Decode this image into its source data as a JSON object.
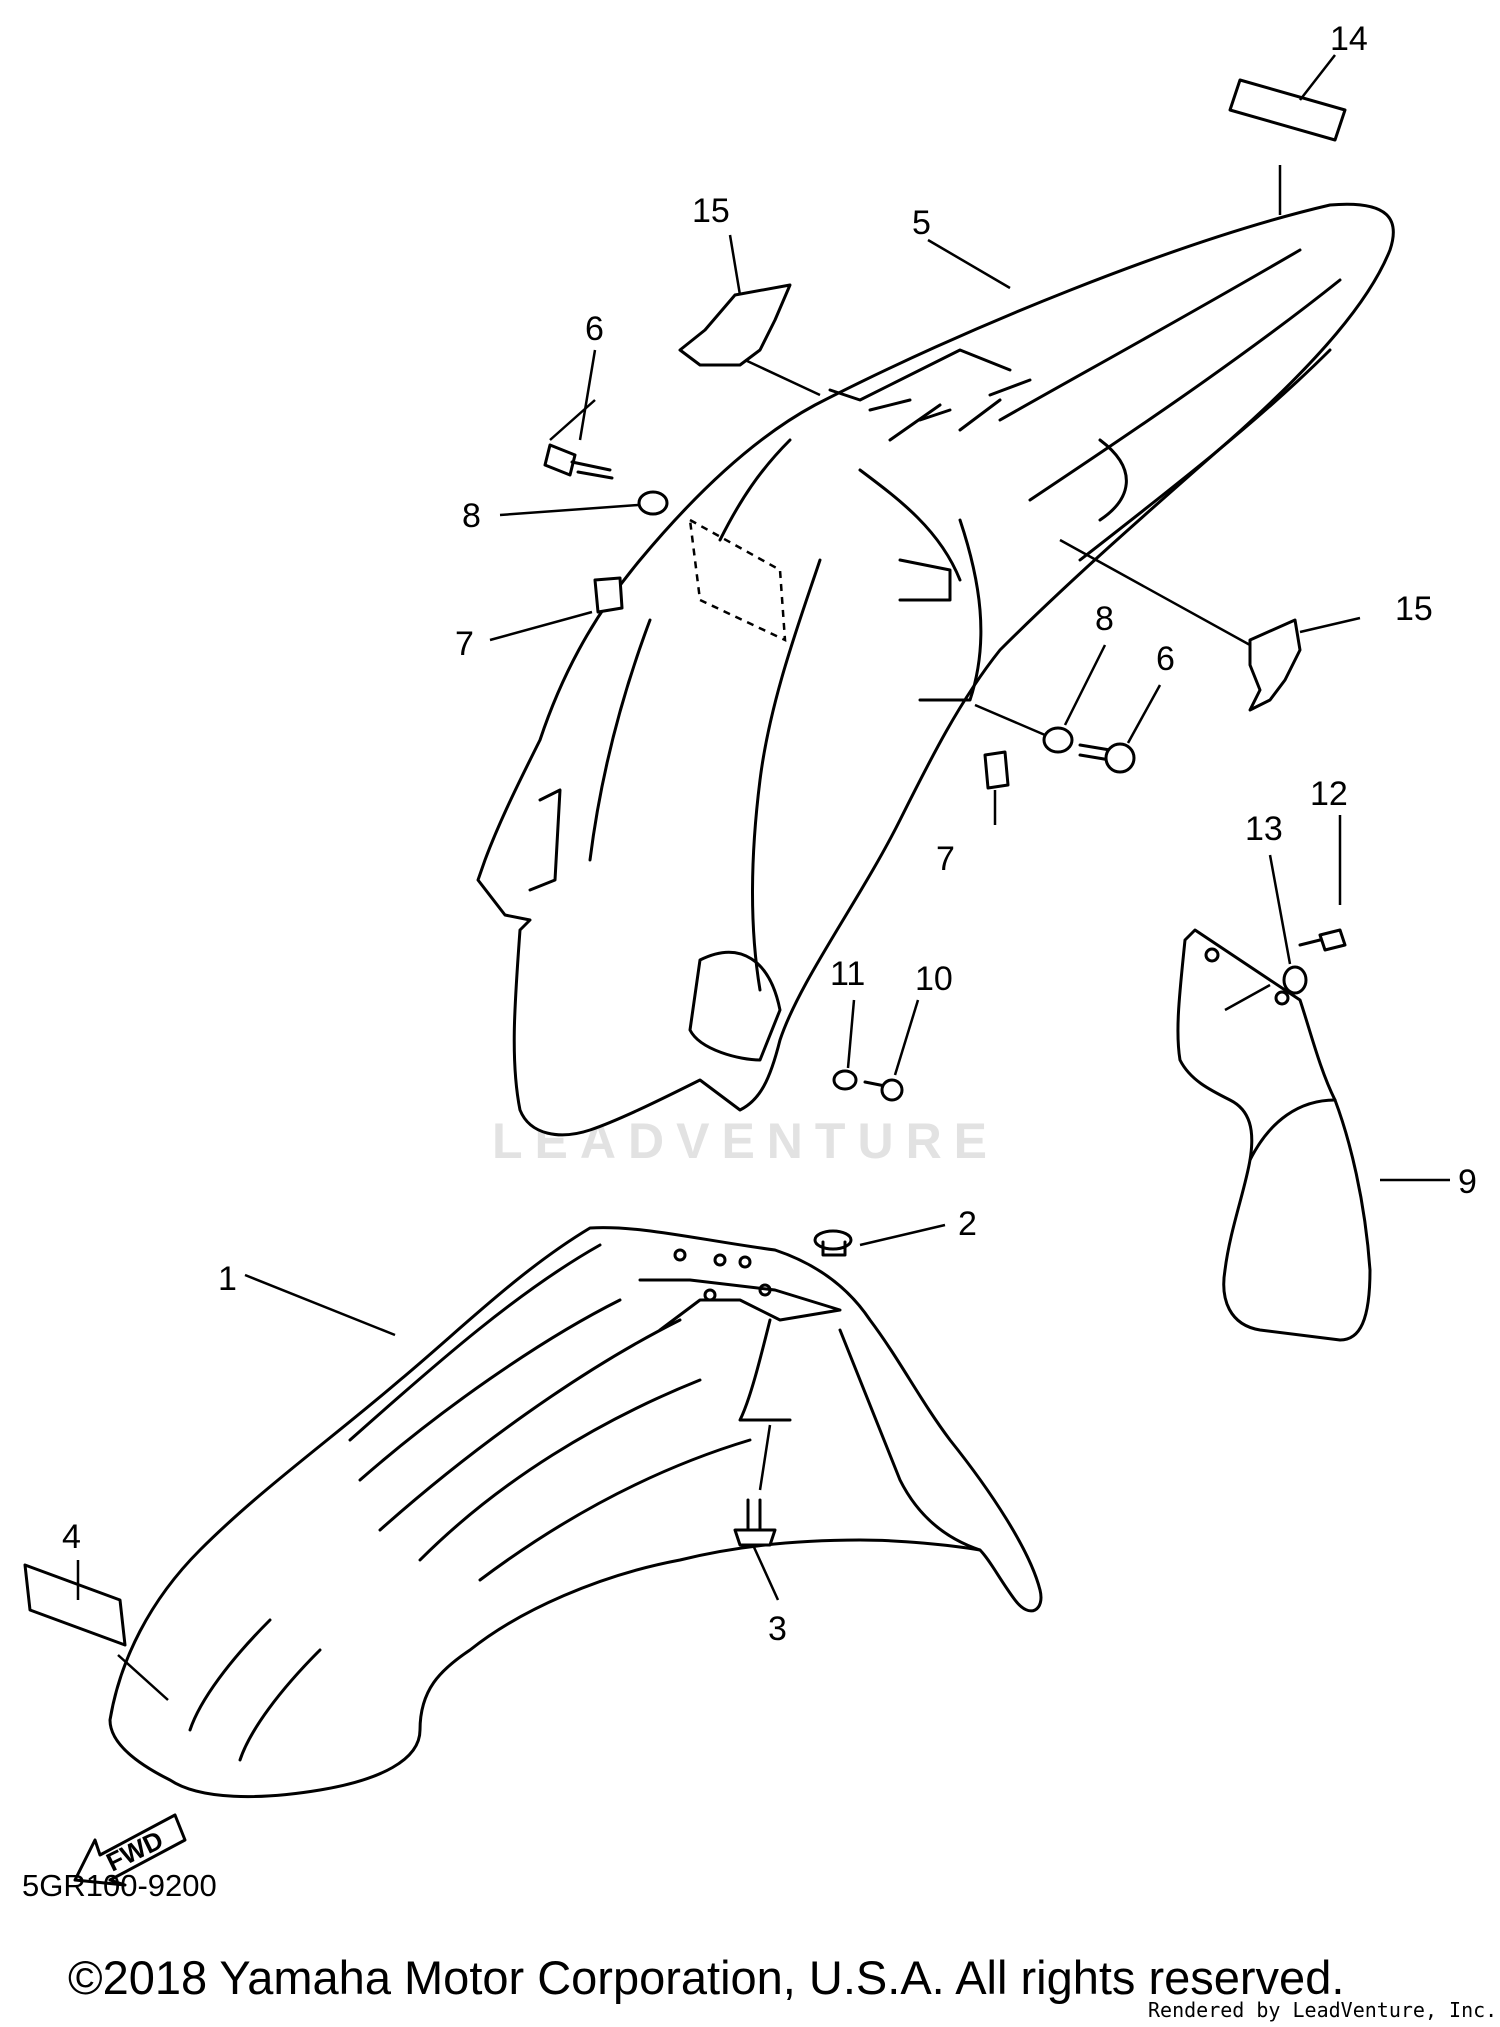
{
  "diagram": {
    "code": "5GR100-9200",
    "watermark": "LEADVENTURE",
    "direction_label": "FWD",
    "copyright": "©2018 Yamaha Motor Corporation, U.S.A. All rights reserved.",
    "render_credit": "Rendered by LeadVenture, Inc."
  },
  "callouts": {
    "c1": "1",
    "c2": "2",
    "c3": "3",
    "c4": "4",
    "c5": "5",
    "c6a": "6",
    "c6b": "6",
    "c7a": "7",
    "c7b": "7",
    "c8a": "8",
    "c8b": "8",
    "c9": "9",
    "c10": "10",
    "c11": "11",
    "c12": "12",
    "c13": "13",
    "c14": "14",
    "c15a": "15",
    "c15b": "15"
  }
}
